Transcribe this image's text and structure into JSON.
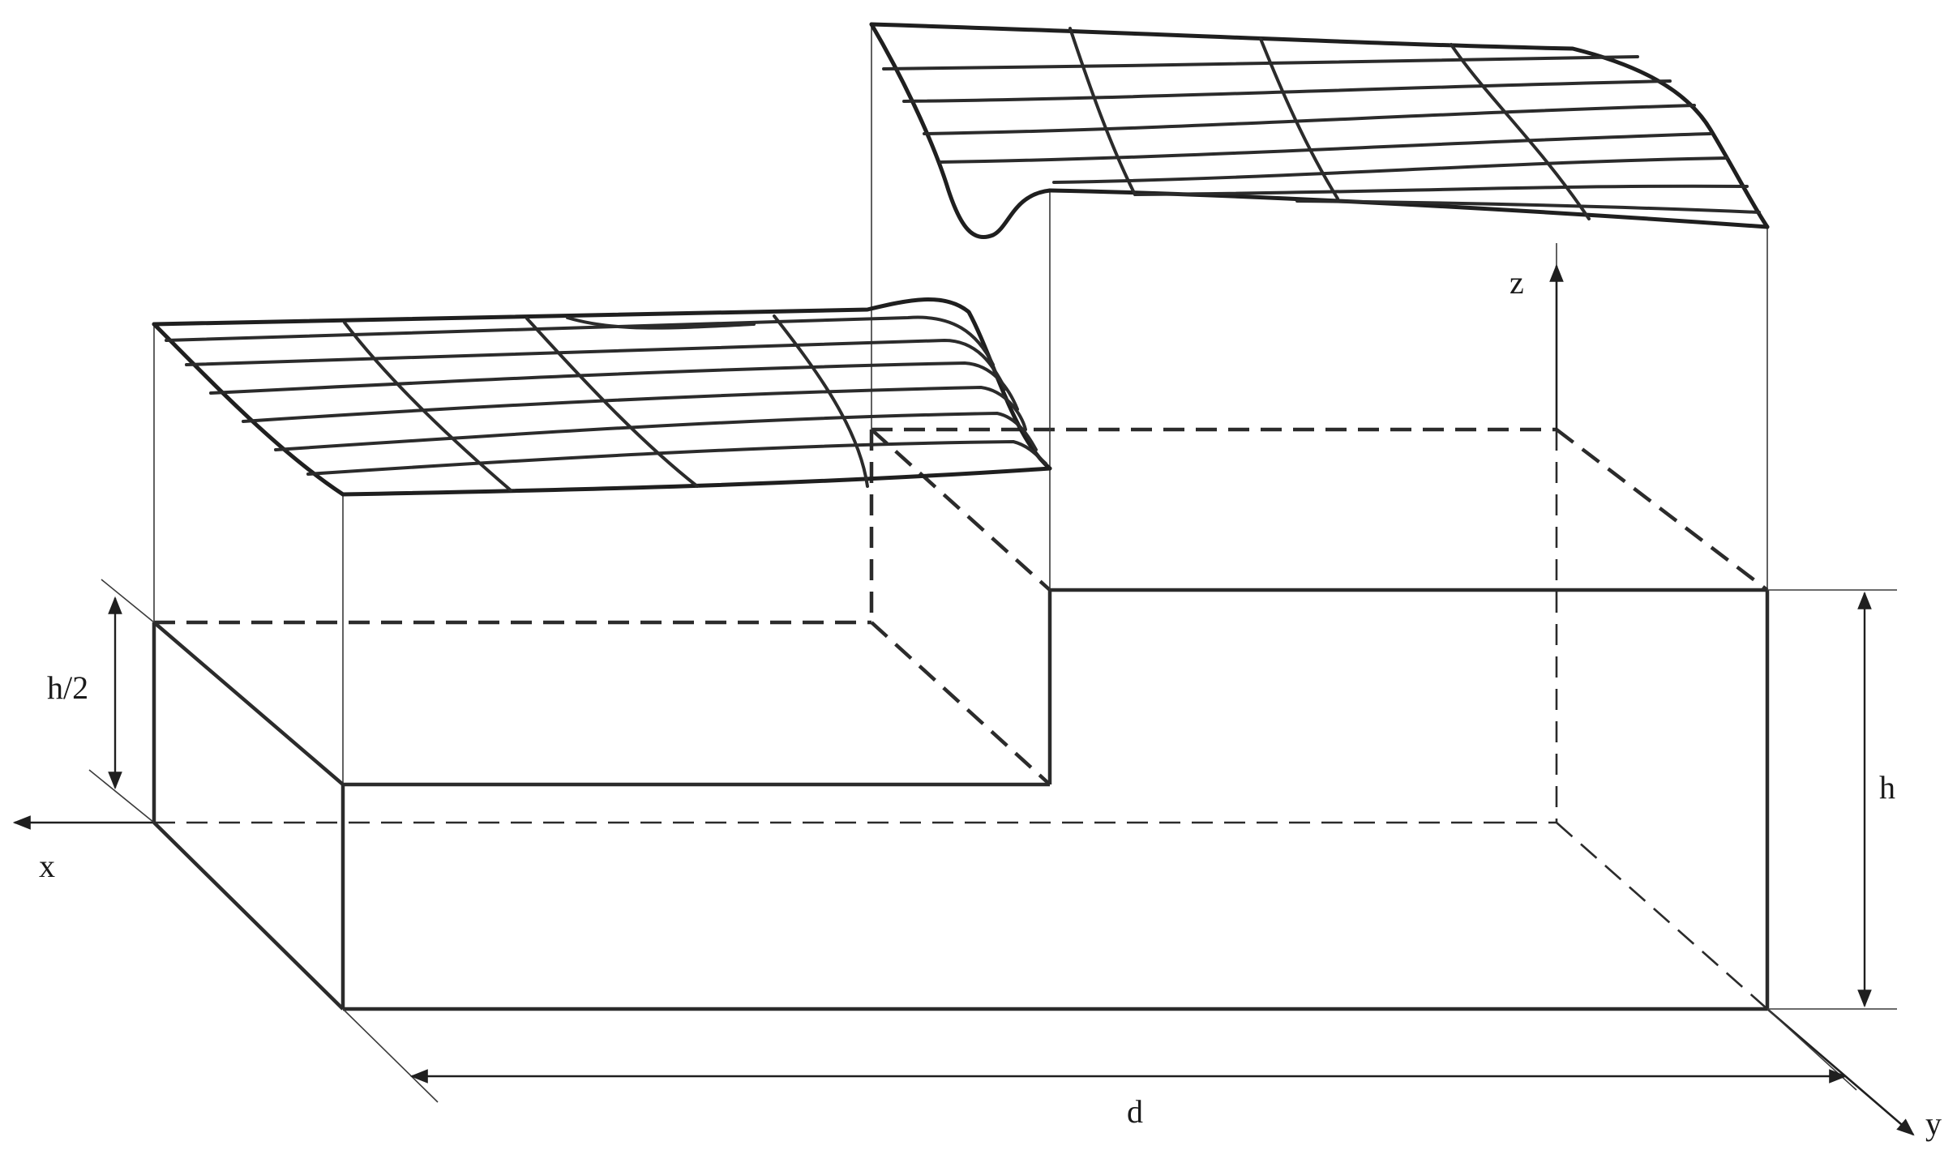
{
  "labels": {
    "x_axis": "x",
    "y_axis": "y",
    "z_axis": "z",
    "half_height": "h/2",
    "height": "h",
    "width": "d"
  }
}
